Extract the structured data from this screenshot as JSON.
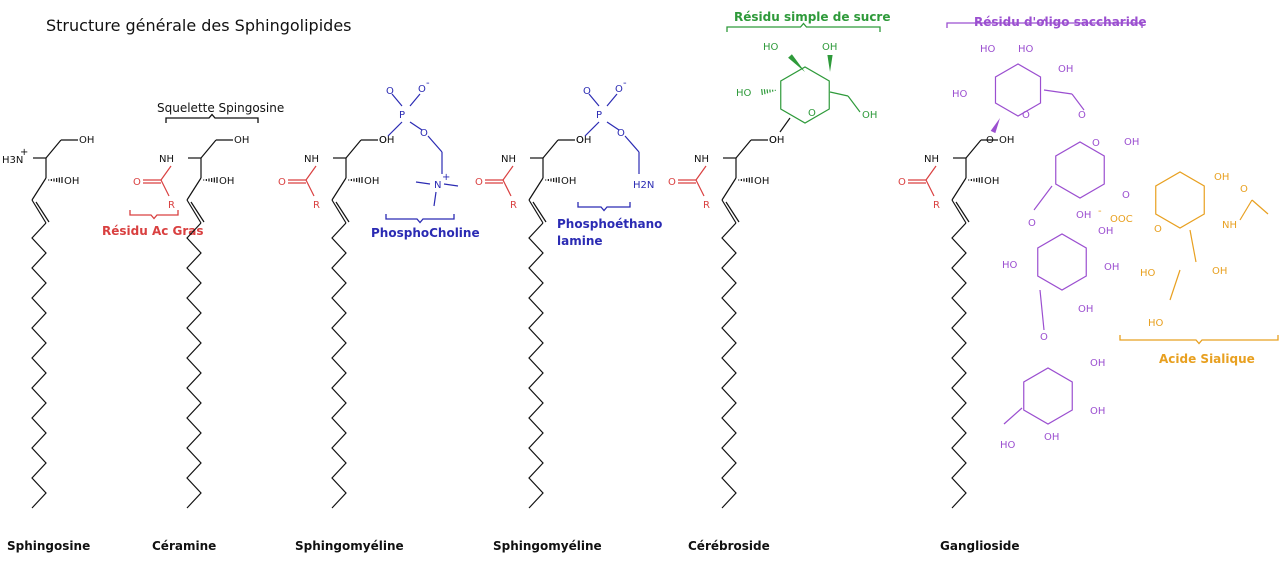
{
  "title": "Structure générale des Sphingolipides",
  "colors": {
    "ink": "#111111",
    "fatty_acid": "#d94040",
    "phospho": "#2b2bb3",
    "sugar": "#2e9a3a",
    "oligo": "#9b4fd0",
    "sialic": "#e8a020"
  },
  "group_labels": {
    "skeleton": "Squelette Spingosine",
    "fatty_acid": "Résidu Ac Gras",
    "phosphocholine": "PhosphoCholine",
    "phosphoethanolamine_1": "Phosphoéthano",
    "phosphoethanolamine_2": "lamine",
    "simple_sugar": "Résidu simple de sucre",
    "oligosaccharide": "Résidu d'oligo saccharide",
    "sialic_acid": "Acide Sialique"
  },
  "molecules": [
    {
      "name": "Sphingosine"
    },
    {
      "name": "Céramine"
    },
    {
      "name": "Sphingomyéline"
    },
    {
      "name": "Sphingomyéline"
    },
    {
      "name": "Cérébroside"
    },
    {
      "name": "Ganglioside"
    }
  ],
  "atoms": {
    "oh": "OH",
    "ho": "HO",
    "nh": "NH",
    "o": "O",
    "p": "P",
    "r": "R",
    "h3n": "H3N",
    "h2n": "H2N",
    "n": "N",
    "ooc": "OOC",
    "minus": "-",
    "plus": "+"
  }
}
